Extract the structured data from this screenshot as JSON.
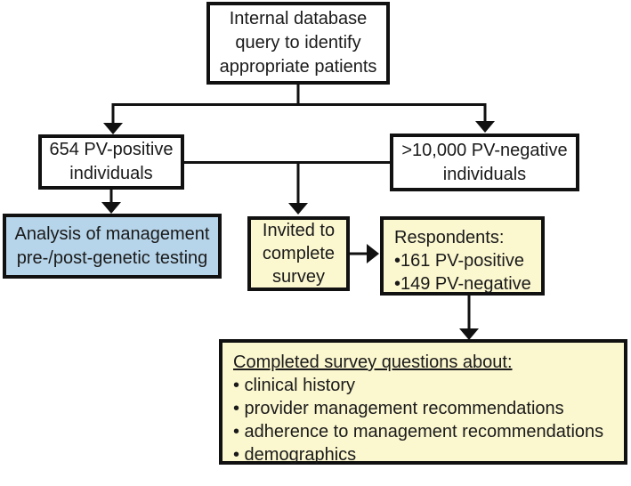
{
  "colors": {
    "page_bg": "#ffffff",
    "box_border": "#111111",
    "connector": "#111111",
    "text": "#1a1a1a",
    "white_box_bg": "#ffffff",
    "blue_box_bg": "#b7d5ea",
    "yellow_box_bg": "#fbf7cf"
  },
  "nodes": {
    "database_query": {
      "label": "Internal database\nquery to identify\nappropriate patients"
    },
    "pv_positive": {
      "label": "654 PV-positive\nindividuals"
    },
    "pv_negative": {
      "label": ">10,000 PV-negative\nindividuals"
    },
    "analysis": {
      "label": "Analysis of management\npre-/post-genetic testing"
    },
    "invited": {
      "label": "Invited to\ncomplete\nsurvey"
    },
    "respondents": {
      "title": "Respondents:",
      "items": [
        "•161 PV-positive",
        "•149 PV-negative"
      ]
    },
    "survey_questions": {
      "title": "Completed survey questions about:",
      "items": [
        "• clinical history",
        "• provider management recommendations",
        "• adherence to management recommendations",
        "• demographics"
      ]
    }
  },
  "edges": [
    {
      "from": "database_query",
      "to": "pv_positive"
    },
    {
      "from": "database_query",
      "to": "pv_negative"
    },
    {
      "from": "pv_positive",
      "to": "analysis"
    },
    {
      "from": "pv_positive + pv_negative",
      "to": "invited"
    },
    {
      "from": "invited",
      "to": "respondents"
    },
    {
      "from": "respondents",
      "to": "survey_questions"
    }
  ]
}
